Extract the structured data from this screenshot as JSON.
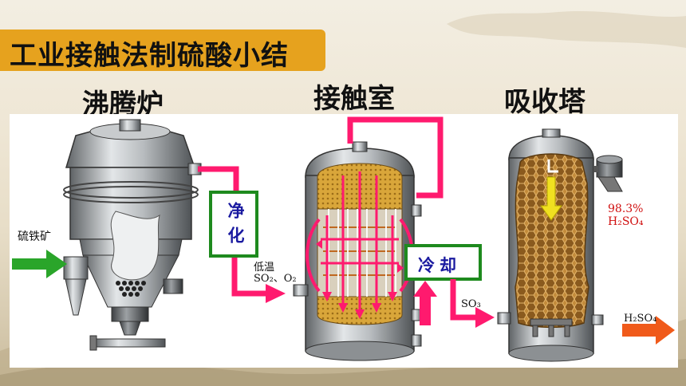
{
  "title": "工业接触法制硫酸小结",
  "sections": {
    "boiling_furnace": "沸腾炉",
    "contact_chamber": "接触室",
    "absorption_tower": "吸收塔"
  },
  "process_boxes": {
    "purify": "净化",
    "cooling": "冷却"
  },
  "labels": {
    "ore": "硫铁矿",
    "low_temp": "低温",
    "so2_o2": "SO₂、O₂",
    "so3": "SO₃",
    "acid_conc": "98.3%",
    "acid_formula": "H₂SO₄",
    "product": "H₂SO₄"
  },
  "colors": {
    "title_bar": "#e6a21e",
    "pipe_pink": "#ff1a6e",
    "box_green": "#1e8a1e",
    "arrow_green": "#2aa52a",
    "arrow_orange": "#f05a1a",
    "arrow_yellow": "#f0e020"
  }
}
